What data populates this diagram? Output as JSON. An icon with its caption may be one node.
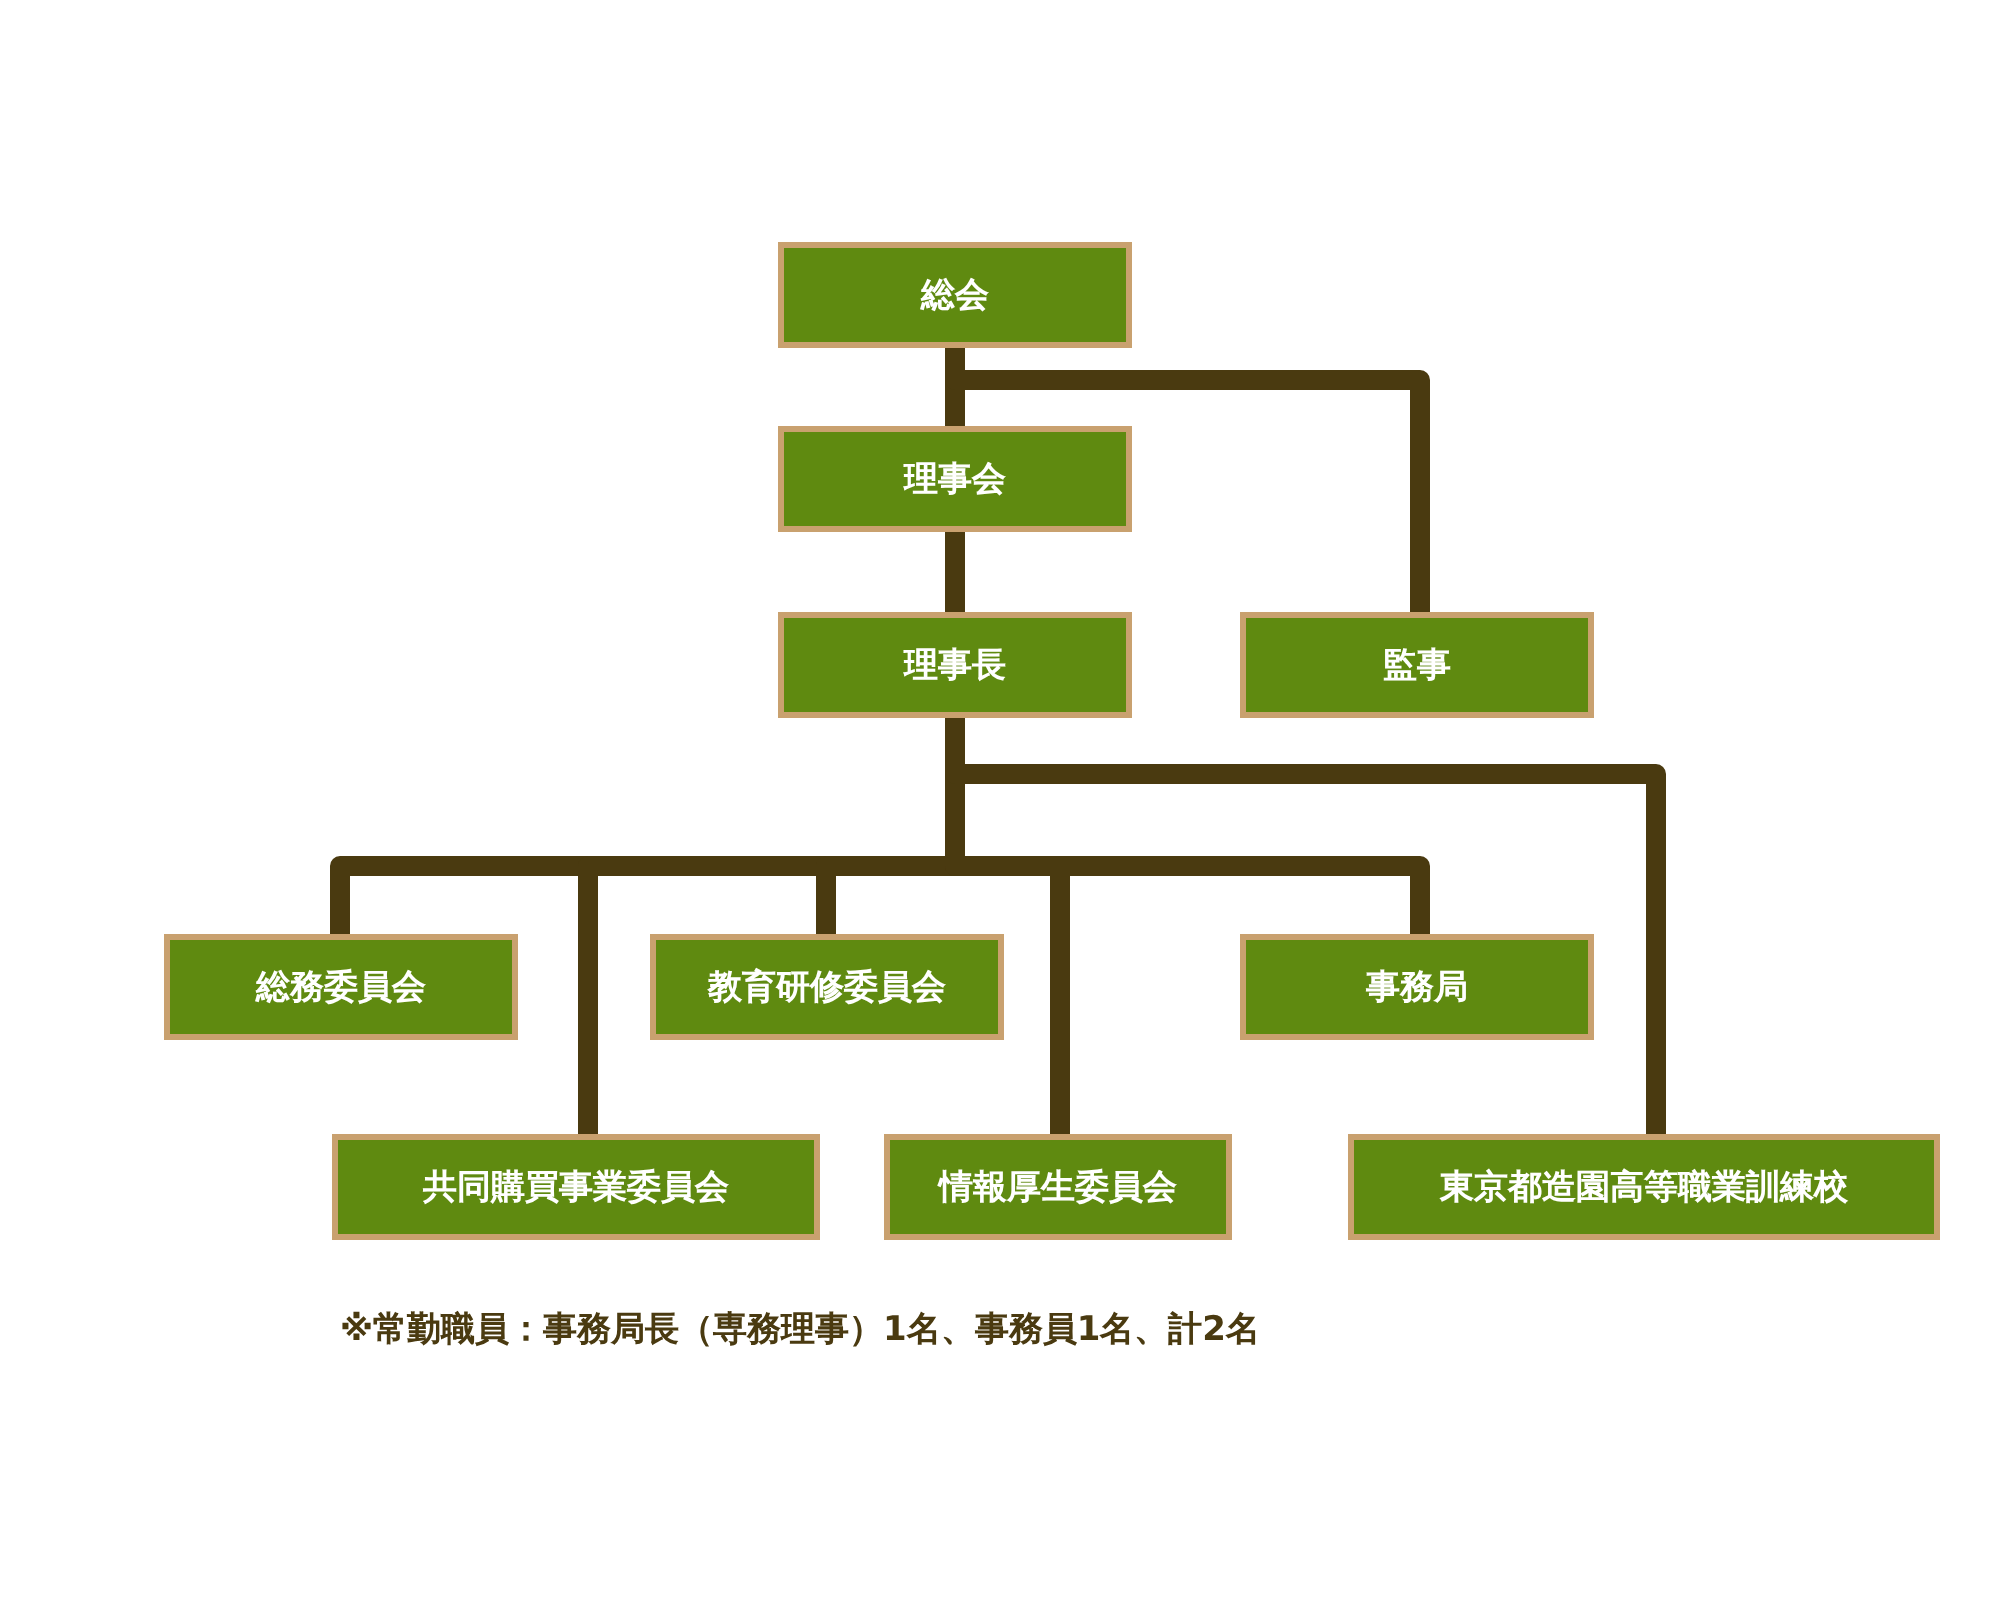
{
  "diagram": {
    "nodes": [
      {
        "text": [
          "総会"
        ]
      },
      {
        "text": [
          "理事会"
        ]
      },
      {
        "text": [
          "理事長"
        ]
      },
      {
        "text": [
          "監事"
        ]
      },
      {
        "text": [
          "総務委員会"
        ]
      },
      {
        "text": [
          "教育研修委員会"
        ]
      },
      {
        "text": [
          "事務局"
        ]
      },
      {
        "text": [
          "共同購買事業委員会"
        ]
      },
      {
        "text": [
          "情報厚生委員会"
        ]
      },
      {
        "text": [
          "東京都造園高等職業訓練校"
        ]
      }
    ],
    "edges": [
      {
        "from": 0,
        "to": 1,
        "arrow": "none"
      },
      {
        "from": 0,
        "to": 3,
        "arrow": "none"
      },
      {
        "from": 1,
        "to": 2,
        "arrow": "none"
      },
      {
        "from": 2,
        "to": 4,
        "arrow": "none"
      },
      {
        "from": 2,
        "to": 7,
        "arrow": "none"
      },
      {
        "from": 2,
        "to": 5,
        "arrow": "none"
      },
      {
        "from": 2,
        "to": 8,
        "arrow": "none"
      },
      {
        "from": 2,
        "to": 6,
        "arrow": "none"
      },
      {
        "from": 2,
        "to": 9,
        "arrow": "none"
      }
    ],
    "labels": [
      "※常勤職員：事務局長（専務理事）1名、事務員1名、計2名"
    ]
  }
}
